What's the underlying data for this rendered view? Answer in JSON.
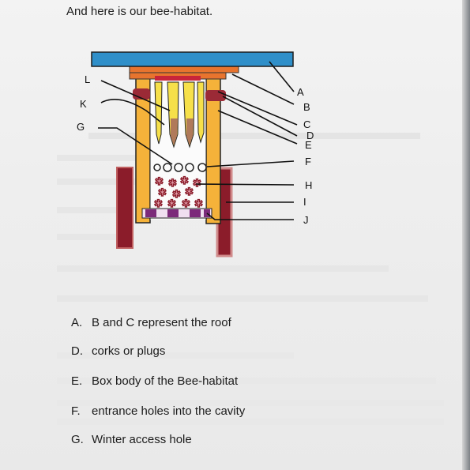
{
  "intro_text": "And here is our bee-habitat.",
  "diagram": {
    "labels": [
      "L",
      "K",
      "G",
      "A",
      "B",
      "C",
      "D",
      "E",
      "F",
      "H",
      "I",
      "J"
    ]
  },
  "answers": [
    {
      "letter": "A.",
      "text": "B and C represent the roof"
    },
    {
      "letter": "D.",
      "text": "corks or plugs"
    },
    {
      "letter": "E.",
      "text": "Box body of the Bee-habitat"
    },
    {
      "letter": "F.",
      "text": "entrance holes into the cavity"
    },
    {
      "letter": "G.",
      "text": "Winter access hole"
    }
  ],
  "colors": {
    "roof_top": "#2f8fc9",
    "roof_layer": "#e8742e",
    "box_sides": "#f5b23a",
    "posts": "#8b1c2a",
    "plug": "#9b2a36",
    "tube_fill": "#f6e04a",
    "tube_bottom": "#b07a5a",
    "floor": "#7c2a7a"
  }
}
